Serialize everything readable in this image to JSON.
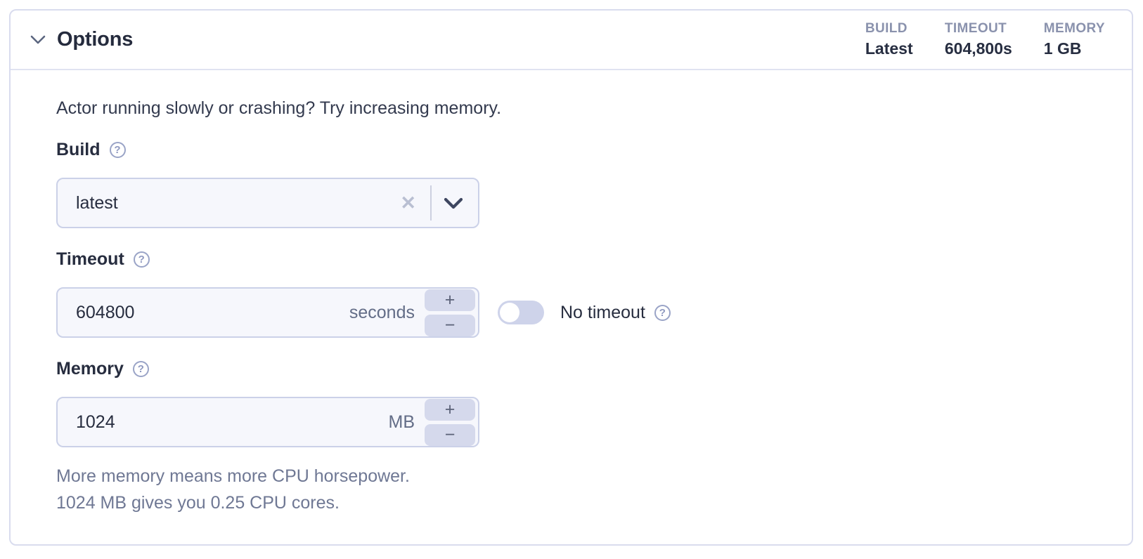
{
  "panel": {
    "title": "Options",
    "summary": [
      {
        "label": "BUILD",
        "value": "Latest"
      },
      {
        "label": "TIMEOUT",
        "value": "604,800s"
      },
      {
        "label": "MEMORY",
        "value": "1 GB"
      }
    ],
    "intro": "Actor running slowly or crashing? Try increasing memory.",
    "fields": {
      "build": {
        "label": "Build",
        "value": "latest"
      },
      "timeout": {
        "label": "Timeout",
        "value": "604800",
        "unit": "seconds",
        "toggle_label": "No timeout",
        "toggle_state": "off"
      },
      "memory": {
        "label": "Memory",
        "value": "1024",
        "unit": "MB"
      }
    },
    "helper": {
      "line1": "More memory means more CPU horsepower.",
      "line2": "1024 MB gives you 0.25 CPU cores."
    },
    "icons": {
      "help_glyph": "?",
      "clear_glyph": "✕",
      "plus_glyph": "+",
      "minus_glyph": "−"
    },
    "colors": {
      "card_border": "#d9dcee",
      "input_bg": "#f6f7fc",
      "input_border": "#cbd1e8",
      "stepper_bg": "#d5d9ec",
      "toggle_track": "#ced3ea",
      "text_primary": "#272d3f",
      "text_secondary": "#6f7894",
      "summary_label": "#8a92ad"
    }
  }
}
